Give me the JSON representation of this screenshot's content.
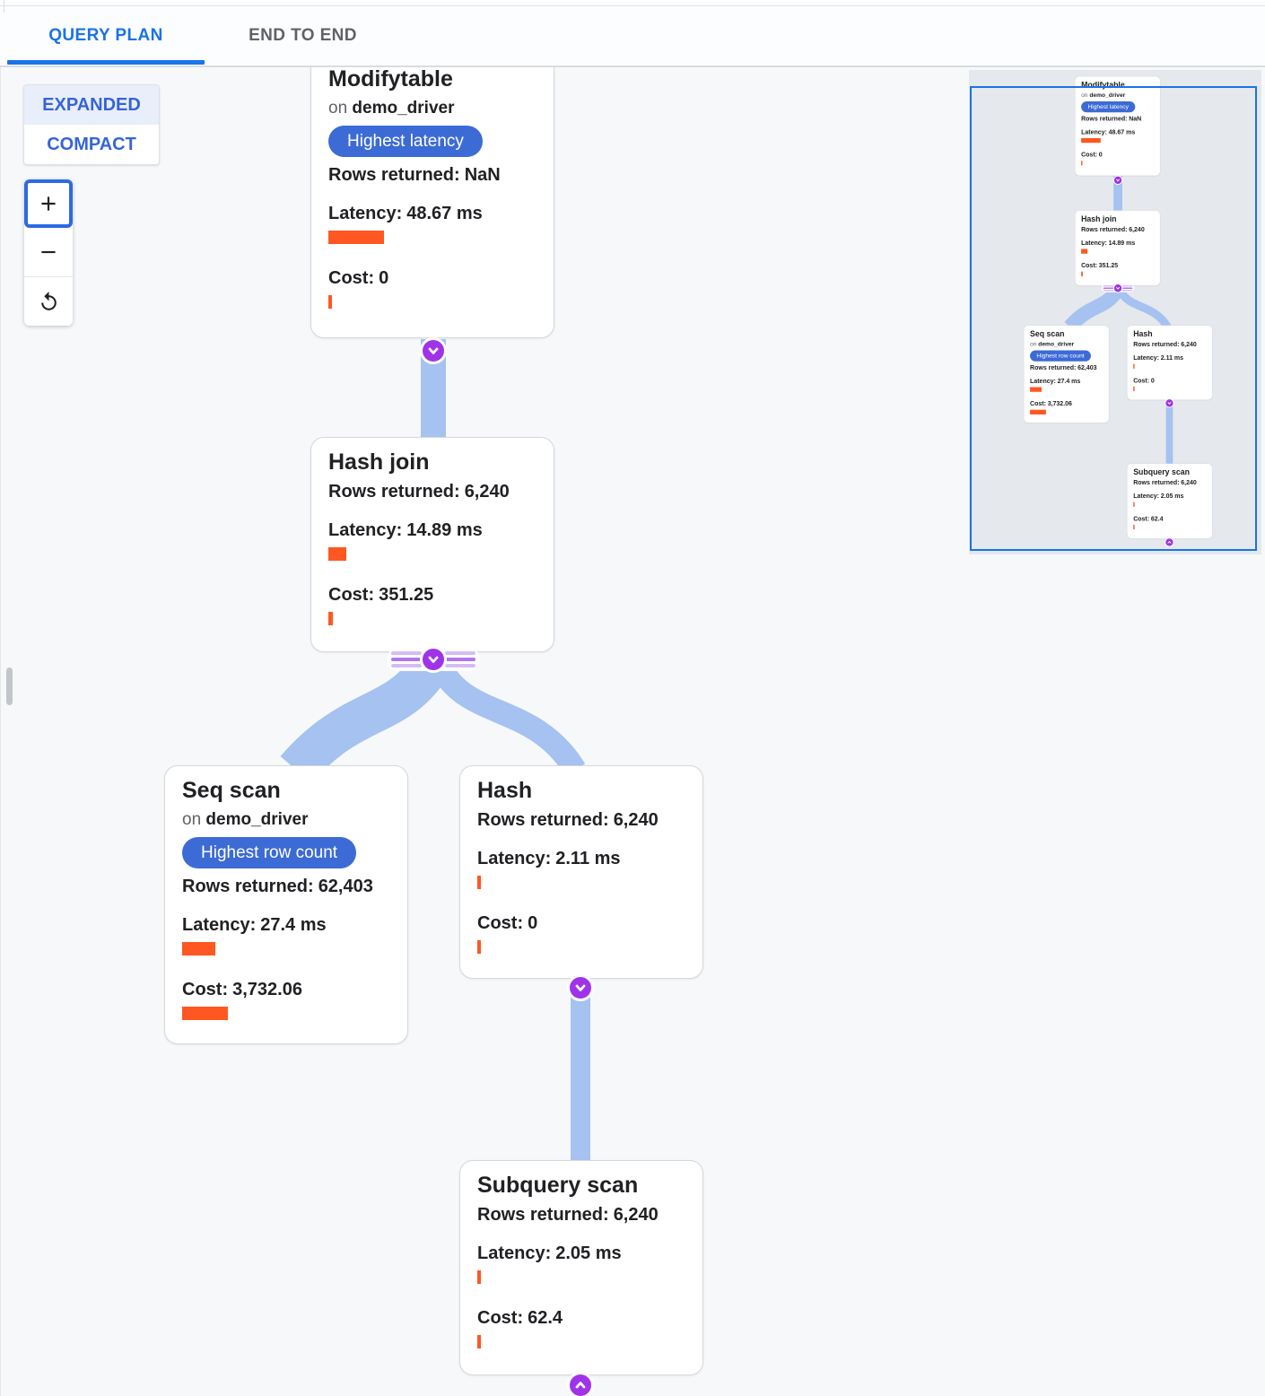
{
  "tabs": {
    "query_plan": "QUERY PLAN",
    "end_to_end": "END TO END"
  },
  "view_toggle": {
    "expanded": "EXPANDED",
    "compact": "COMPACT"
  },
  "zoom_controls": {
    "zoom_in_icon": "plus-icon",
    "zoom_out_icon": "minus-icon",
    "reset_icon": "replay-icon"
  },
  "icons": {
    "collapse": "chevron-down-icon",
    "expand": "chevron-up-icon"
  },
  "colors": {
    "accent_blue": "#1a73e8",
    "badge_blue": "#3c6bd5",
    "bar_orange": "#ff5722",
    "edge_blue": "#a5c2f0",
    "node_purple": "#a033e8",
    "canvas_bg": "#f6f8fa",
    "minimap_bg": "#e5e8ec"
  },
  "nodes": {
    "modifytable": {
      "title": "Modifytable",
      "on_prefix": "on",
      "table": "demo_driver",
      "badge": "Highest latency",
      "rows_label": "Rows returned:",
      "rows_value": "NaN",
      "latency_label": "Latency:",
      "latency_value": "48.67 ms",
      "latency_bar": 62,
      "cost_label": "Cost:",
      "cost_value": "0",
      "cost_bar": 4
    },
    "hash_join": {
      "title": "Hash join",
      "rows_label": "Rows returned:",
      "rows_value": "6,240",
      "latency_label": "Latency:",
      "latency_value": "14.89 ms",
      "latency_bar": 20,
      "cost_label": "Cost:",
      "cost_value": "351.25",
      "cost_bar": 5
    },
    "seq_scan": {
      "title": "Seq scan",
      "on_prefix": "on",
      "table": "demo_driver",
      "badge": "Highest row count",
      "rows_label": "Rows returned:",
      "rows_value": "62,403",
      "latency_label": "Latency:",
      "latency_value": "27.4 ms",
      "latency_bar": 37,
      "cost_label": "Cost:",
      "cost_value": "3,732.06",
      "cost_bar": 51
    },
    "hash": {
      "title": "Hash",
      "rows_label": "Rows returned:",
      "rows_value": "6,240",
      "latency_label": "Latency:",
      "latency_value": "2.11 ms",
      "latency_bar": 4,
      "cost_label": "Cost:",
      "cost_value": "0",
      "cost_bar": 4
    },
    "subquery_scan": {
      "title": "Subquery scan",
      "rows_label": "Rows returned:",
      "rows_value": "6,240",
      "latency_label": "Latency:",
      "latency_value": "2.05 ms",
      "latency_bar": 4,
      "cost_label": "Cost:",
      "cost_value": "62.4",
      "cost_bar": 4
    }
  }
}
